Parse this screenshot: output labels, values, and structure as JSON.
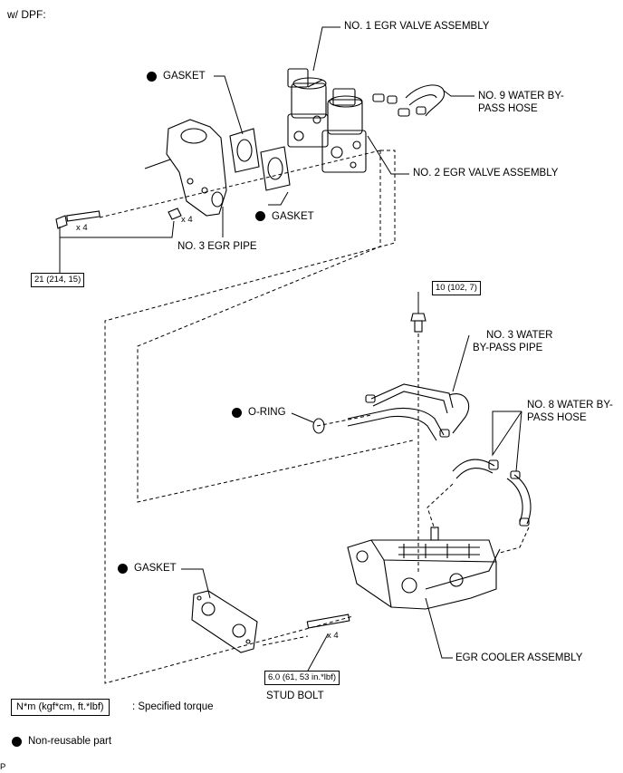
{
  "header": {
    "variant": "w/ DPF:"
  },
  "labels": {
    "egr_valve_1": "NO. 1 EGR VALVE ASSEMBLY",
    "egr_valve_2": "NO. 2 EGR VALVE ASSEMBLY",
    "water_hose_9_line1": "NO. 9 WATER BY-",
    "water_hose_9_line2": "PASS HOSE",
    "gasket_top": "GASKET",
    "gasket_mid": "GASKET",
    "gasket_bottom": "GASKET",
    "egr_pipe_3": "NO. 3 EGR PIPE",
    "water_pipe_3_line1": "NO. 3 WATER",
    "water_pipe_3_line2": "BY-PASS PIPE",
    "o_ring": "O-RING",
    "water_hose_8_line1": "NO. 8 WATER BY-",
    "water_hose_8_line2": "PASS HOSE",
    "egr_cooler": "EGR COOLER ASSEMBLY",
    "stud_bolt": "STUD BOLT"
  },
  "quantities": {
    "bolt_qty": "x 4",
    "nut_qty": "x 4",
    "stud_qty": "x 4"
  },
  "torque": {
    "bolt_21": "21 (214, 15)",
    "bolt_10": "10 (102, 7)",
    "stud_6": "6.0 (61, 53 in.*lbf)"
  },
  "legend": {
    "torque_unit_box": "N*m (kgf*cm, ft.*lbf)",
    "torque_desc": ": Specified torque",
    "nonreusable": "Non-reusable part"
  },
  "footer": {
    "code": "P"
  }
}
